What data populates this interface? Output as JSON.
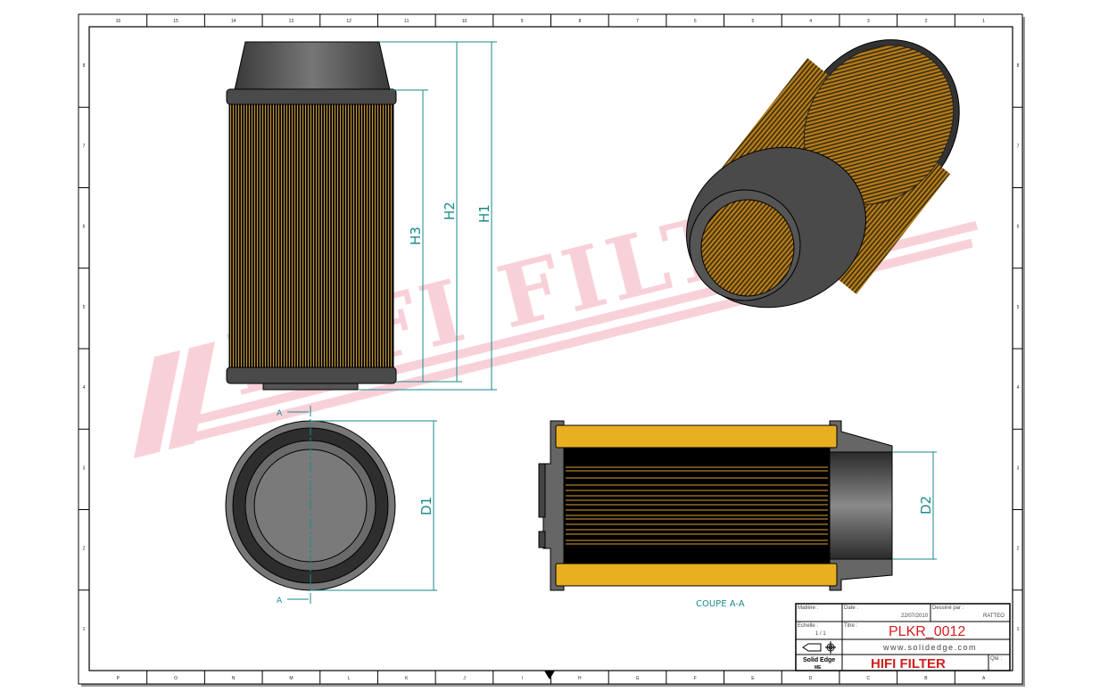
{
  "sheet": {
    "top_zone_labels": [
      "16",
      "15",
      "14",
      "13",
      "12",
      "11",
      "10",
      "9",
      "8",
      "7",
      "6",
      "5",
      "4",
      "3",
      "2",
      "1"
    ],
    "bottom_zone_labels": [
      "P",
      "O",
      "N",
      "M",
      "L",
      "K",
      "J",
      "I",
      "H",
      "G",
      "F",
      "E",
      "D",
      "C",
      "B",
      "A"
    ],
    "side_zone_labels": [
      "8",
      "7",
      "6",
      "5",
      "4",
      "3",
      "2",
      "1"
    ]
  },
  "watermark": {
    "text": "HIFI FILTER",
    "mark": "®",
    "color": "#f7c9d2"
  },
  "dimensions": {
    "h1": "H1",
    "h2": "H2",
    "h3": "H3",
    "d1": "D1",
    "d2": "D2",
    "section_marker": "A"
  },
  "section_label": "COUPE A-A",
  "title_block": {
    "material_label": "Matière :",
    "date_label": "Date :",
    "date": "22/07/2010",
    "drawn_by_label": "Dessiné par :",
    "drawn_by": "RATTEO",
    "scale_label": "Echelle :",
    "scale": "1 / 1",
    "title_label": "Titre :",
    "part_number": "PLKR_0012",
    "website": "www.solidedge.com",
    "software": "Solid Edge",
    "software_sub": "ME",
    "company": "HIFI FILTER",
    "sheet_label": "Qté :"
  },
  "colors": {
    "dimension": "#1a8a8a",
    "filter_media": "#e8b020",
    "rubber": "#505050",
    "title_red": "#d21e1e"
  }
}
